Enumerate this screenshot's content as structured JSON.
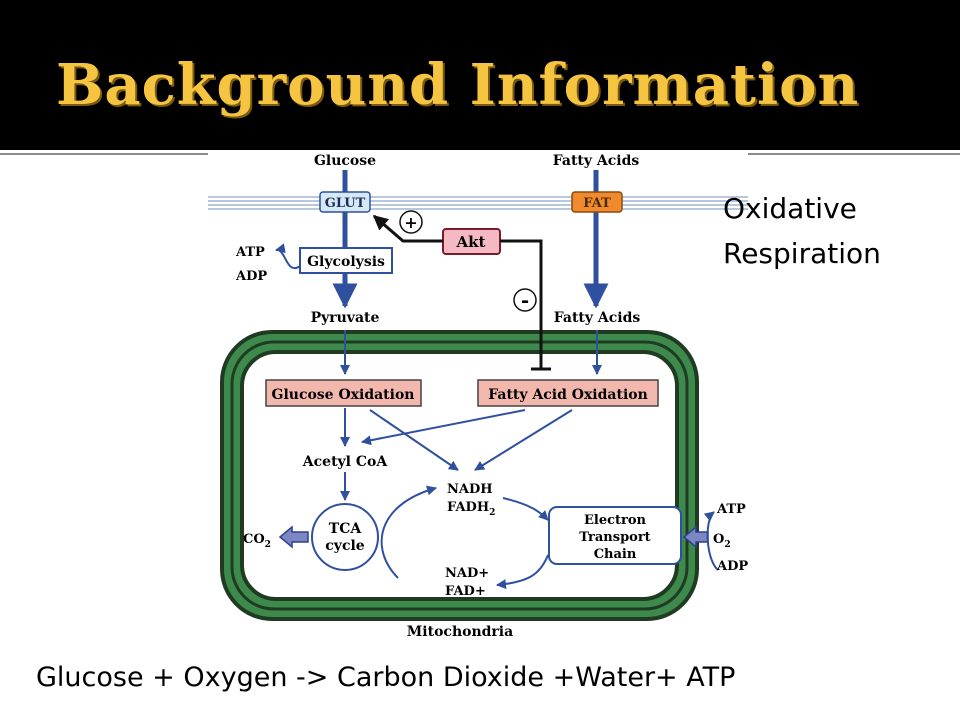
{
  "slide": {
    "title": "Background Information",
    "side_label_line1": "Oxidative",
    "side_label_line2": "Respiration",
    "equation": "Glucose + Oxygen -> Carbon Dioxide +Water+ ATP"
  },
  "diagram": {
    "glucose": "Glucose",
    "fatty_acids_top": "Fatty Acids",
    "glut": "GLUT",
    "fat": "FAT",
    "akt": "Akt",
    "plus_sign": "+",
    "minus_sign": "-",
    "atp_left": "ATP",
    "adp_left": "ADP",
    "glycolysis": "Glycolysis",
    "pyruvate": "Pyruvate",
    "fatty_acids_mid": "Fatty Acids",
    "glucose_oxidation": "Glucose Oxidation",
    "fatty_acid_oxidation": "Fatty Acid Oxidation",
    "acetyl_coa": "Acetyl CoA",
    "nadh": "NADH",
    "fadh2": "FADH",
    "fadh2_subscript": "2",
    "tca_line1": "TCA",
    "tca_line2": "cycle",
    "co2": "CO",
    "co2_subscript": "2",
    "nad": "NAD+",
    "fad": "FAD+",
    "etc_line1": "Electron",
    "etc_line2": "Transport",
    "etc_line3": "Chain",
    "atp_right": "ATP",
    "o2": "O",
    "o2_subscript": "2",
    "adp_right": "ADP",
    "mitochondria": "Mitochondria"
  },
  "colors": {
    "title_gold": "#f5c542",
    "pathway_blue": "#2f4f9f",
    "mito_dark_green": "#1f3b22",
    "mito_green": "#3e8a4d",
    "glut_fill": "#d6e8f2",
    "fat_fill": "#f08a2c",
    "akt_fill": "#f4b9c3",
    "oxidation_fill": "#f2b8ae",
    "membrane_blue": "#b8c8dc"
  }
}
